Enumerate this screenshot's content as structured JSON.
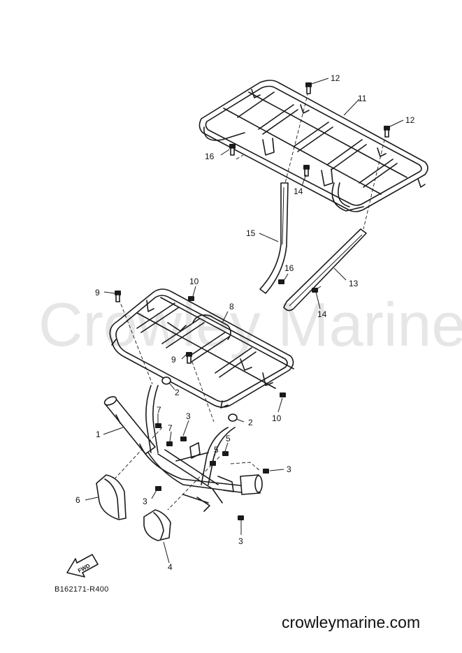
{
  "watermark": "Crowley Marine",
  "diagram_code": "B162171-R400",
  "footer": "crowleymarine.com",
  "fwd_label": "FWD",
  "callouts": {
    "c1": "1",
    "c2a": "2",
    "c2b": "2",
    "c3a": "3",
    "c3b": "3",
    "c3c": "3",
    "c3d": "3",
    "c4": "4",
    "c5a": "5",
    "c5b": "5",
    "c6": "6",
    "c7a": "7",
    "c7b": "7",
    "c8": "8",
    "c9a": "9",
    "c9b": "9",
    "c10a": "10",
    "c10b": "10",
    "c11": "11",
    "c12a": "12",
    "c12b": "12",
    "c13": "13",
    "c14a": "14",
    "c14b": "14",
    "c15": "15",
    "c16a": "16",
    "c16b": "16"
  }
}
